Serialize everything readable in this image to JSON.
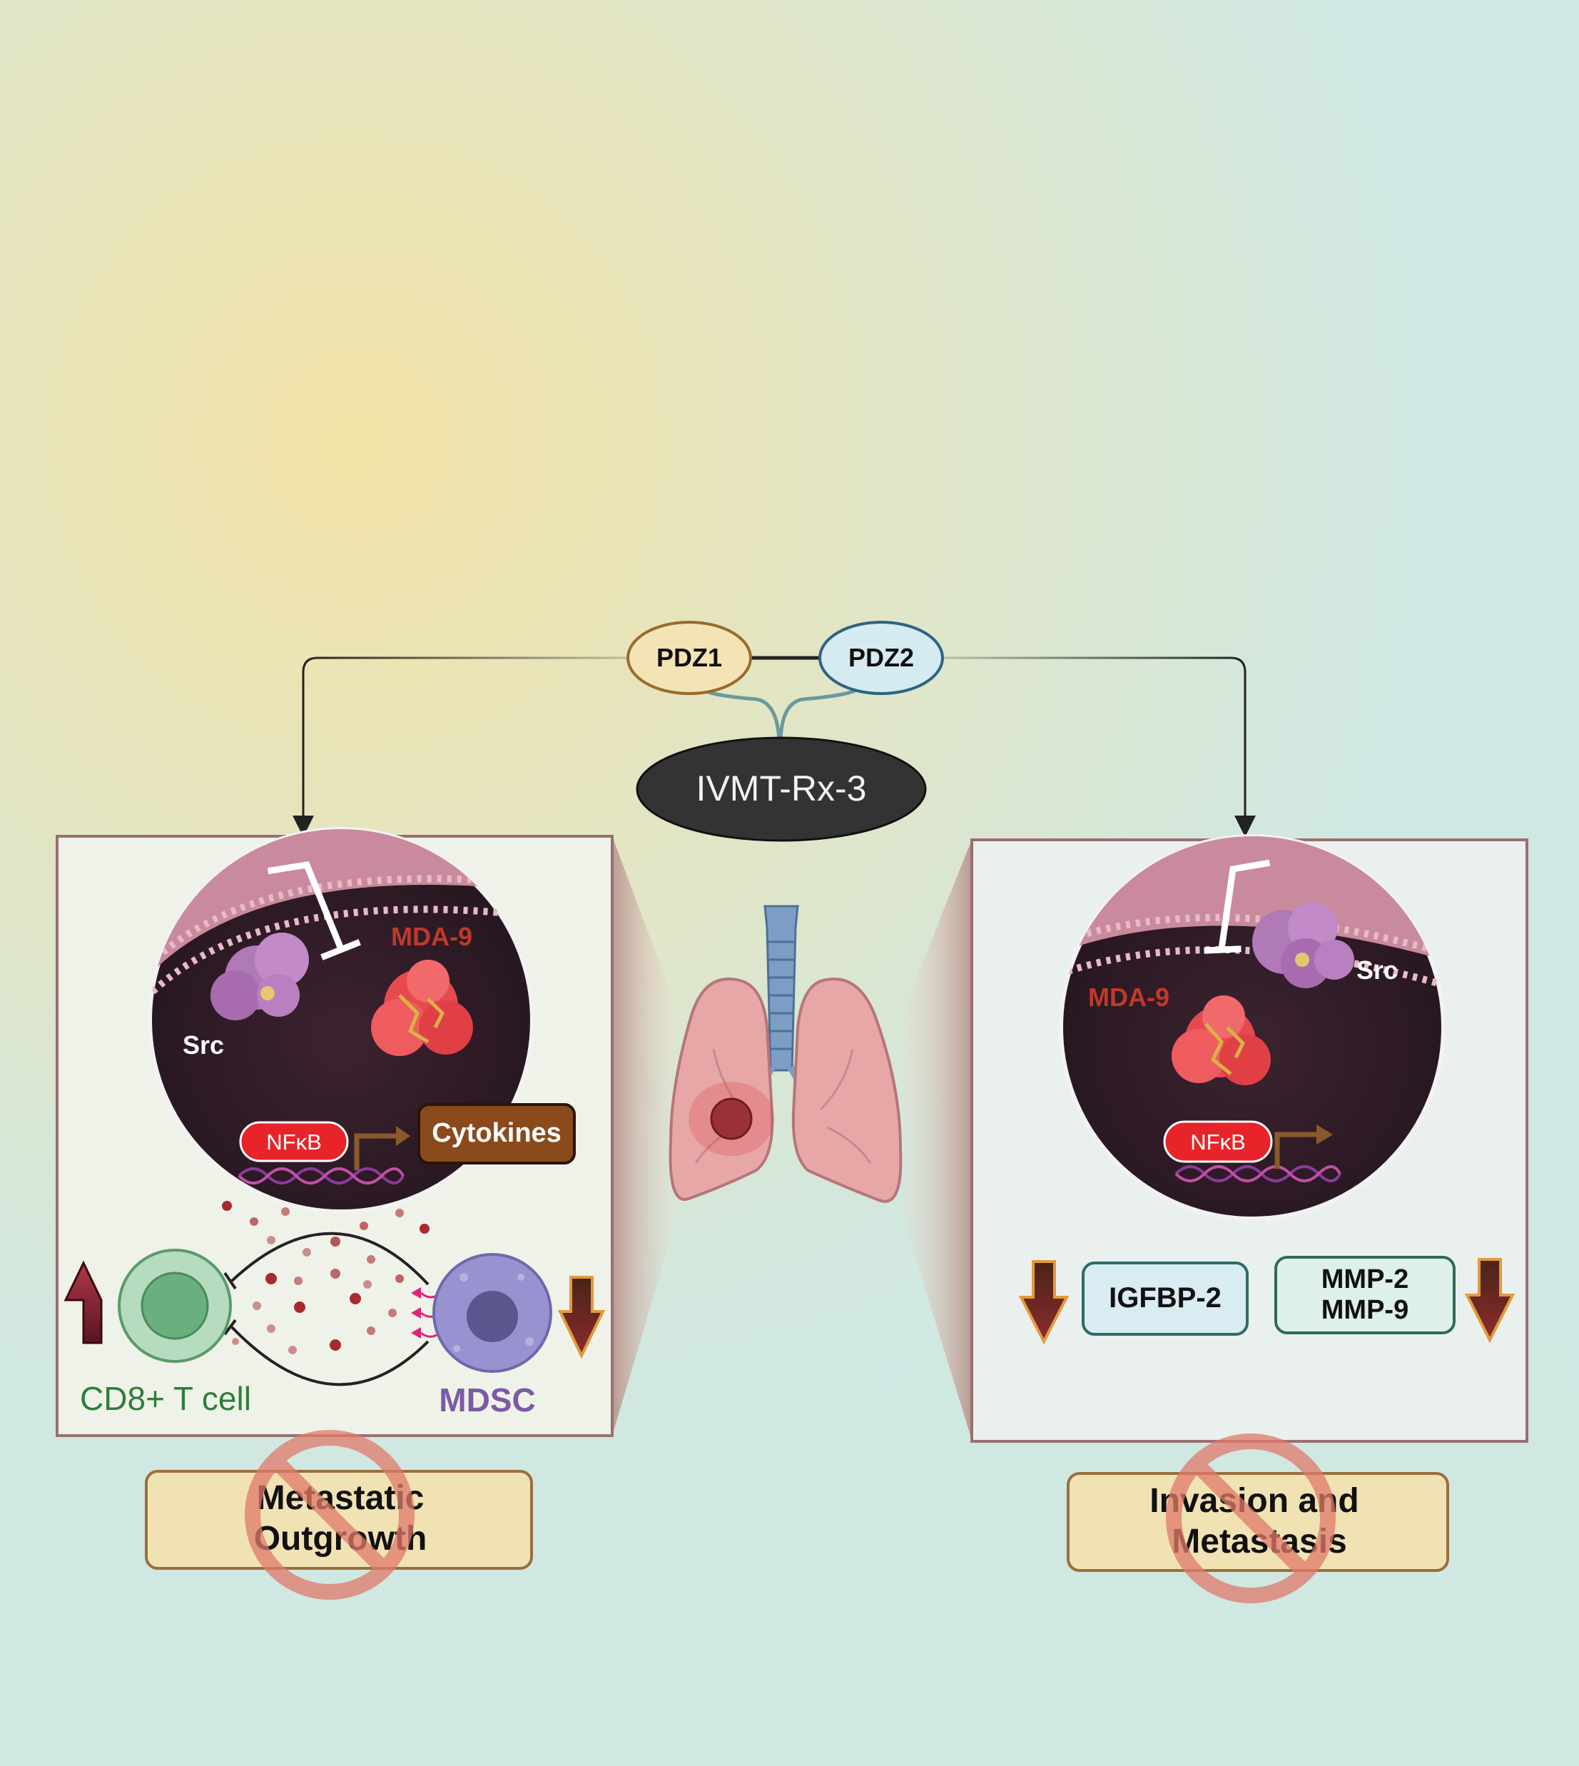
{
  "drug": {
    "label": "IVMT-Rx-3"
  },
  "domains": {
    "pdz1": "PDZ1",
    "pdz2": "PDZ2"
  },
  "left_panel": {
    "mda9": "MDA-9",
    "src": "Src",
    "nfkb": "NFκB",
    "cytokines": "Cytokines",
    "tcell": "CD8+ T cell",
    "mdsc": "MDSC"
  },
  "right_panel": {
    "mda9": "MDA-9",
    "src": "Src",
    "nfkb": "NFκB",
    "igfbp2": "IGFBP-2",
    "mmp2": "MMP-2",
    "mmp9": "MMP-9"
  },
  "outcomes": {
    "left_line1": "Metastatic",
    "left_line2": "Outgrowth",
    "right_line1": "Invasion and",
    "right_line2": "Metastasis"
  },
  "colors": {
    "mda9_text": "#c0392b",
    "nfkb_fill": "#e8242a",
    "cytokines_fill": "#8b4a1c",
    "tcell_text": "#2e7d3a",
    "mdsc_text": "#7c5aa6",
    "outcome_fill": "#f1e2b4",
    "prohibit": "#e07a6a"
  }
}
